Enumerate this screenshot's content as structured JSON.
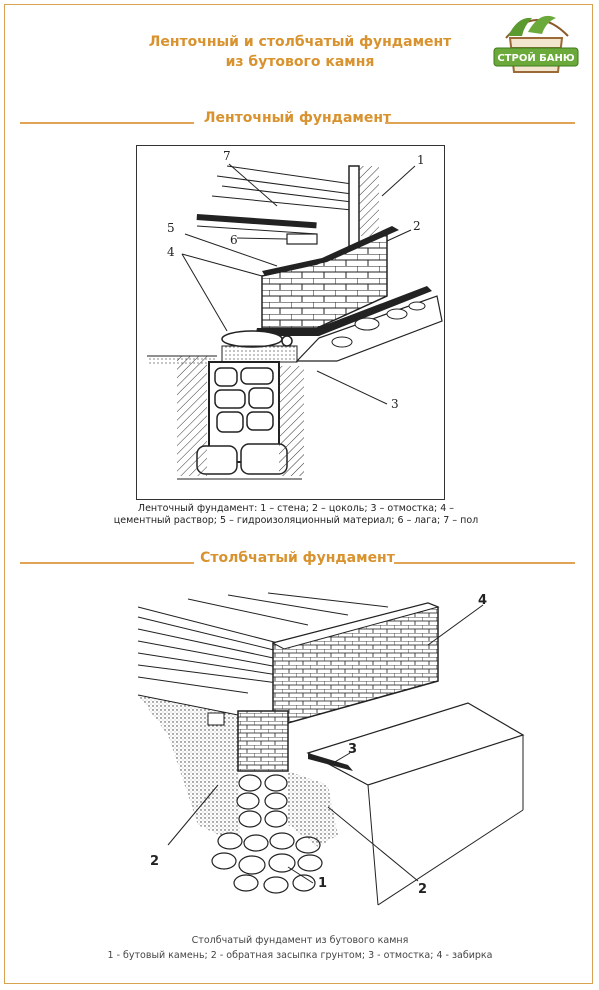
{
  "title": {
    "line1": "Ленточный и столбчатый фундамент",
    "line2": "из бутового камня"
  },
  "logo": {
    "text": "СТРОЙ БАНЮ"
  },
  "section1": {
    "heading": "Ленточный фундамент",
    "callouts": [
      "1",
      "2",
      "3",
      "4",
      "5",
      "6",
      "7"
    ],
    "caption_line1": "Ленточный фундамент: 1 – стена; 2 – цоколь; 3 – отмостка; 4 –",
    "caption_line2": "цементный раствор; 5 – гидроизоляционный материал; 6 – лага; 7 – пол"
  },
  "section2": {
    "heading": "Столбчатый фундамент",
    "callouts": [
      "4",
      "3",
      "2",
      "1",
      "2"
    ],
    "caption_line1": "Столбчатый фундамент из бутового камня",
    "caption_line2": "1 - бутовый камень; 2 - обратная засыпка грунтом; 3 - отмостка; 4 - забирка"
  },
  "colors": {
    "accent": "#d8922e",
    "frame": "#d8a253",
    "logo_green": "#6aa93a"
  }
}
